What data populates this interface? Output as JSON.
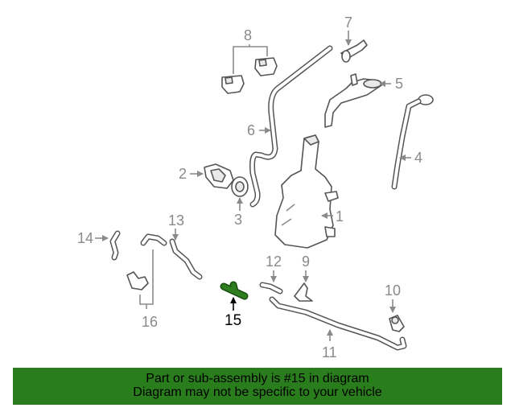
{
  "diagram": {
    "highlight_color": "#2e7d1e",
    "callouts": {
      "c1": "1",
      "c2": "2",
      "c3": "3",
      "c4": "4",
      "c5": "5",
      "c6": "6",
      "c7": "7",
      "c8": "8",
      "c9": "9",
      "c10": "10",
      "c11": "11",
      "c12": "12",
      "c13": "13",
      "c14": "14",
      "c15": "15",
      "c16": "16"
    }
  },
  "banner": {
    "line1": "Part or sub-assembly is #15 in diagram",
    "line2": "Diagram may not be specific to your vehicle",
    "background": "#2a7d1c"
  }
}
